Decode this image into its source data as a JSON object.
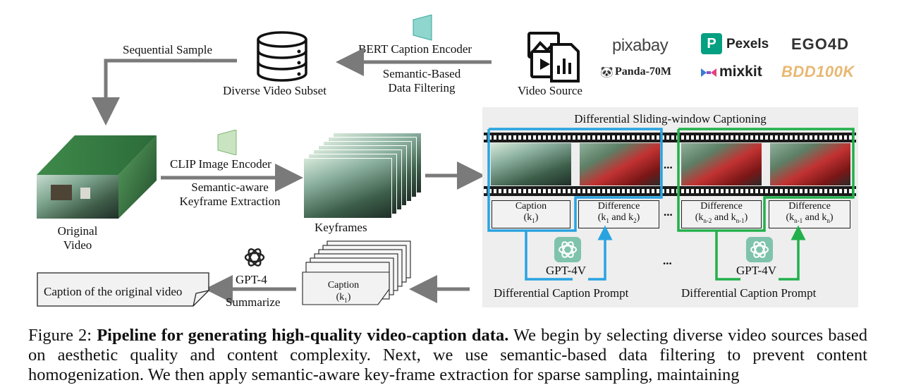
{
  "labels": {
    "sequential_sample": "Sequential Sample",
    "diverse_video_subset": "Diverse Video Subset",
    "bert_encoder": "BERT Caption Encoder",
    "semantic_filter_1": "Semantic-Based",
    "semantic_filter_2": "Data Filtering",
    "video_source": "Video Source",
    "clip_encoder": "CLIP Image Encoder",
    "keyframe_extract_1": "Semantic-aware",
    "keyframe_extract_2": "Keyframe Extraction",
    "original_video_1": "Original",
    "original_video_2": "Video",
    "keyframes": "Keyframes",
    "gpt4": "GPT-4",
    "summarize": "Summarize",
    "final_caption": "Caption of the original video",
    "stack_caption": "Caption",
    "stack_caption_k": "(k1)",
    "panel_title": "Differential Sliding-window Captioning",
    "ellipsis": "...",
    "gpt4v": "GPT-4V",
    "diff_prompt": "Differential Caption Prompt"
  },
  "sources": [
    "pixabay",
    "Pexels",
    "EGO4D",
    "Panda-70M",
    "mixkit",
    "BDD100K"
  ],
  "cards": [
    {
      "title": "Caption",
      "sub": "(k1)"
    },
    {
      "title": "Difference",
      "sub": "(k1 and k2)"
    },
    {
      "title": "Difference",
      "sub": "(kn-2 and kn-1)"
    },
    {
      "title": "Difference",
      "sub": "(kn-1 and kn)"
    }
  ],
  "figure_caption": {
    "label": "Figure 2:",
    "bold": "Pipeline for generating high-quality video-caption data.",
    "text": "We begin by selecting diverse video sources based on aesthetic quality and content complexity. Next, we use semantic-based data filtering to prevent content homogenization. We then apply semantic-aware key-frame extraction for sparse sampling, maintaining"
  },
  "colors": {
    "blue_box": "#29a3e0",
    "green_box": "#22b04b",
    "arrow": "#7a7a7a",
    "encoder_bert": "#8fd6cf",
    "encoder_clip": "#c9e4c0",
    "gpt_icon": "#7fc3ad"
  }
}
